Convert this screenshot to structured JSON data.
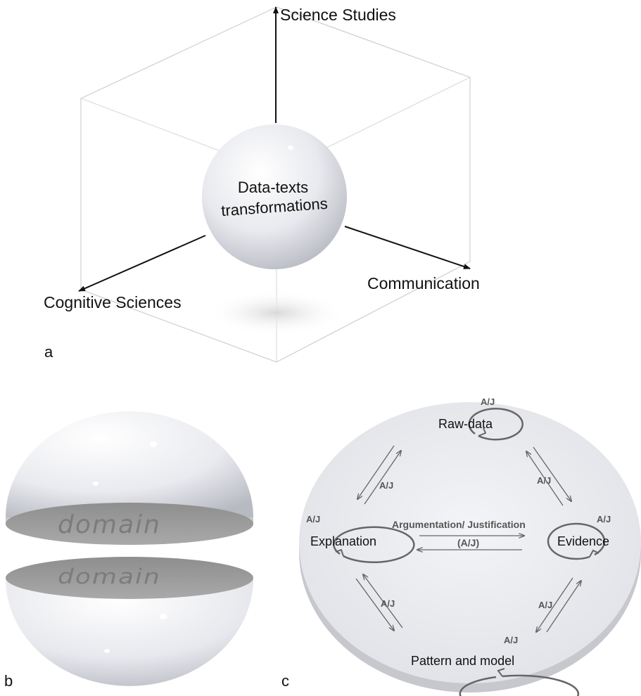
{
  "panel_a": {
    "axis_up": "Science Studies",
    "axis_right": "Communication",
    "axis_left": "Cognitive Sciences",
    "sphere_line1": "Data-texts",
    "sphere_line2": "transformations",
    "panel_label": "a"
  },
  "panel_b": {
    "top_domain": "domain",
    "bottom_domain": "domain",
    "panel_label": "b"
  },
  "panel_c": {
    "panel_label": "c",
    "nodes": {
      "raw_data": "Raw-data",
      "explanation": "Explanation",
      "evidence": "Evidence",
      "pattern": "Pattern and model"
    },
    "loop_label": "A/J",
    "edge_label": "A/J",
    "center_label": "Argumentation/ Justification",
    "center_sub": "(A/J)"
  },
  "colors": {
    "sphere_light": "#ffffff",
    "sphere_dark": "#b9bbc4",
    "cut_face": "#9a9a9a",
    "arrow_gray": "#666666"
  }
}
